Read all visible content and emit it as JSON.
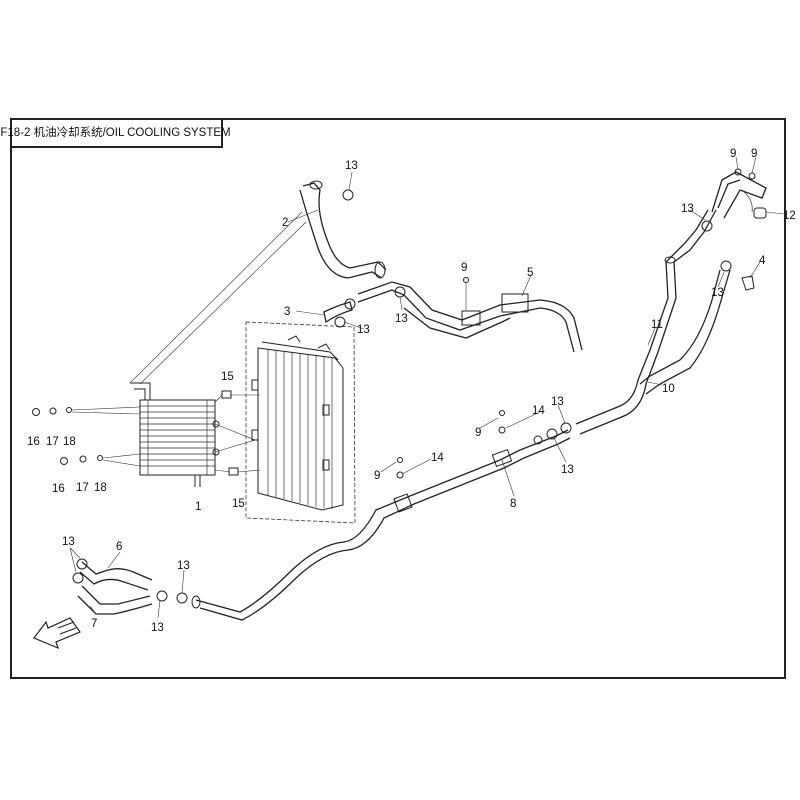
{
  "title": "F18-2 机油冷却系统/OIL COOLING SYSTEM",
  "callouts": {
    "c1": "1",
    "c2": "2",
    "c3": "3",
    "c4": "4",
    "c5": "5",
    "c6": "6",
    "c7": "7",
    "c8": "8",
    "c9": "9",
    "c10": "10",
    "c11": "11",
    "c12": "12",
    "c13": "13",
    "c14": "14",
    "c15": "15",
    "c16": "16",
    "c17": "17",
    "c18": "18"
  }
}
